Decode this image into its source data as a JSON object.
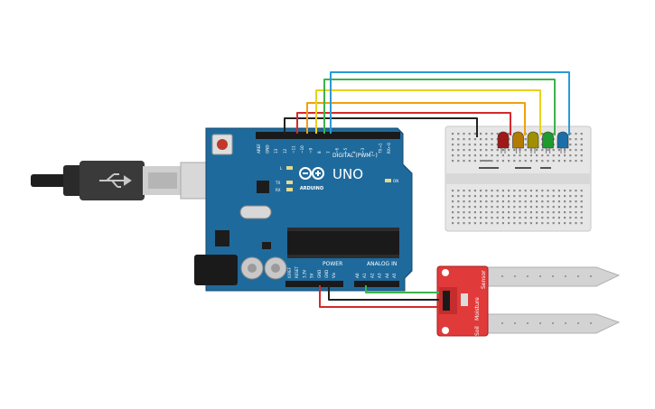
{
  "board": {
    "model": "UNO",
    "brand": "ARDUINO",
    "header_digital": "DIGITAL (PWM~)",
    "header_power": "POWER",
    "header_analog": "ANALOG IN",
    "label_on": "ON",
    "label_l": "L",
    "label_tx": "TX",
    "label_rx": "RX",
    "pins_top": [
      "AREF",
      "GND",
      "13",
      "12",
      "~11",
      "~10",
      "~9",
      "8",
      "7",
      "~6",
      "~5",
      "4",
      "~3",
      "2",
      "TX→1",
      "RX←0"
    ],
    "pins_power": [
      "IOREF",
      "RESET",
      "3.3V",
      "5V",
      "GND",
      "GND",
      "Vin"
    ],
    "pins_analog": [
      "A0",
      "A1",
      "A2",
      "A3",
      "A4",
      "A5"
    ]
  },
  "sensor": {
    "label_soil": "Soil",
    "label_moisture": "Moisture",
    "label_sensor": "Sensor"
  },
  "leds": [
    {
      "color": "#a01818"
    },
    {
      "color": "#b27a00"
    },
    {
      "color": "#a09000"
    },
    {
      "color": "#1e9a2e"
    },
    {
      "color": "#1a6fa8"
    }
  ],
  "wire_colors": {
    "ground": "#222222",
    "red": "#d42a2a",
    "orange": "#f0a010",
    "yellow": "#e8d21c",
    "green": "#3cb34a",
    "blue": "#2a9ad6"
  }
}
